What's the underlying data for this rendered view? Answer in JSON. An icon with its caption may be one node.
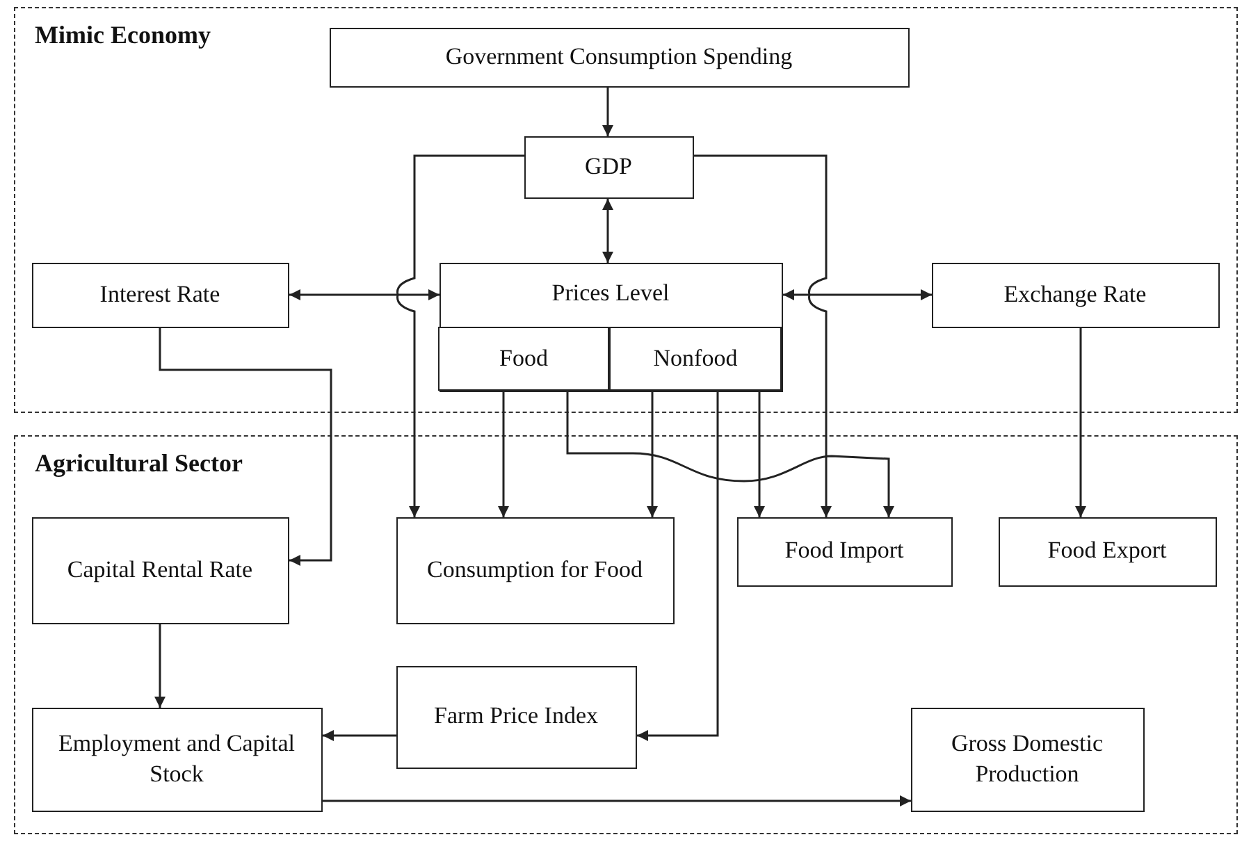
{
  "diagram": {
    "nodes": [
      {
        "text": [
          "Mimic Economy"
        ]
      },
      {
        "text": [
          "Government Consumption Spending"
        ],
        "in": 0
      },
      {
        "text": [
          "GDP"
        ],
        "in": 0
      },
      {
        "text": [
          "Interest Rate"
        ],
        "in": 0
      },
      {
        "text": [
          "Prices Level"
        ],
        "in": 0
      },
      {
        "text": [
          "Food"
        ],
        "in": 4
      },
      {
        "text": [
          "Nonfood"
        ],
        "in": 4
      },
      {
        "text": [
          "Exchange Rate"
        ],
        "in": 0
      },
      {
        "text": [
          "Agricultural Sector"
        ]
      },
      {
        "text": [
          "Capital Rental Rate"
        ],
        "in": 8
      },
      {
        "text": [
          "Consumption for Food"
        ],
        "in": 8
      },
      {
        "text": [
          "Food Import"
        ],
        "in": 8
      },
      {
        "text": [
          "Food Export"
        ],
        "in": 8
      },
      {
        "text": [
          "Farm Price Index"
        ],
        "in": 8
      },
      {
        "text": [
          "Employment and Capital Stock"
        ],
        "in": 8
      },
      {
        "text": [
          "Gross Domestic Production"
        ],
        "in": 8
      }
    ],
    "edges": [
      {
        "from": 1,
        "to": 2,
        "arrow": "to"
      },
      {
        "from": 2,
        "to": 4,
        "arrow": "both"
      },
      {
        "from": 3,
        "to": 4,
        "arrow": "both"
      },
      {
        "from": 4,
        "to": 7,
        "arrow": "both"
      },
      {
        "from": 2,
        "to": 10,
        "arrow": "to"
      },
      {
        "from": 2,
        "to": 11,
        "arrow": "to"
      },
      {
        "from": 3,
        "to": 9,
        "arrow": "to"
      },
      {
        "from": 5,
        "to": 10,
        "arrow": "to"
      },
      {
        "from": 5,
        "to": 11,
        "arrow": "to"
      },
      {
        "from": 6,
        "to": 10,
        "arrow": "to"
      },
      {
        "from": 6,
        "to": 13,
        "arrow": "to"
      },
      {
        "from": 6,
        "to": 11,
        "arrow": "to"
      },
      {
        "from": 7,
        "to": 12,
        "arrow": "to"
      },
      {
        "from": 9,
        "to": 14,
        "arrow": "to"
      },
      {
        "from": 13,
        "to": 14,
        "arrow": "to"
      },
      {
        "from": 14,
        "to": 15,
        "arrow": "to"
      }
    ]
  }
}
